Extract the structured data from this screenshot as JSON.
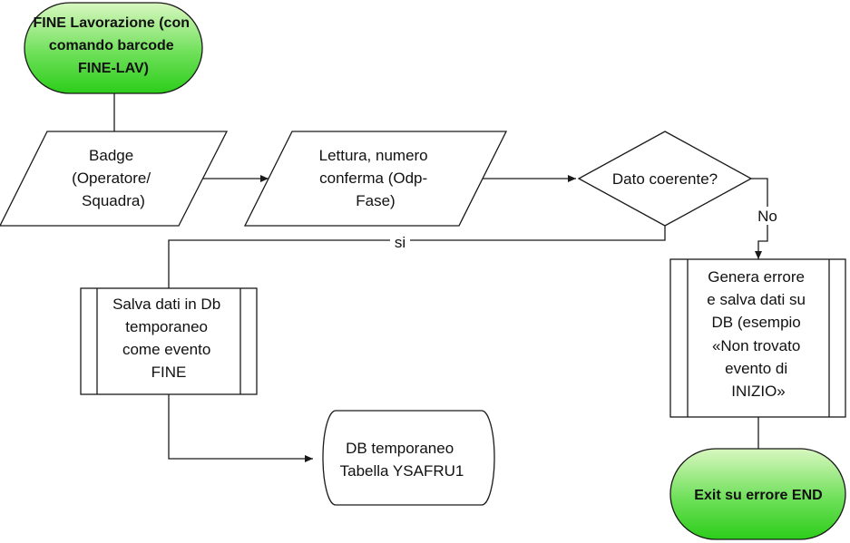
{
  "colors": {
    "terminator_fill_top": "#d9f7c0",
    "terminator_fill_bottom": "#2ccd1a",
    "shape_fill": "#ffffff",
    "stroke": "#1a1a1a"
  },
  "nodes": {
    "start": {
      "lines": [
        "FINE Lavorazione (con",
        "comando barcode",
        "FINE-LAV)"
      ]
    },
    "badge": {
      "lines": [
        "Badge",
        "(Operatore/",
        "Squadra)"
      ]
    },
    "lettura": {
      "lines": [
        "Lettura, numero",
        "conferma (Odp-",
        "Fase)"
      ]
    },
    "decision": {
      "lines": [
        "Dato coerente?"
      ]
    },
    "salva": {
      "lines": [
        "Salva dati in Db",
        "temporaneo",
        "come evento",
        "FINE"
      ]
    },
    "errore": {
      "lines": [
        "Genera errore",
        "e salva dati su",
        "DB (esempio",
        "«Non trovato",
        "evento di",
        "INIZIO»"
      ]
    },
    "db": {
      "lines": [
        "DB temporaneo",
        "Tabella YSAFRU1"
      ]
    },
    "exit": {
      "lines": [
        "Exit su errore  END"
      ]
    }
  },
  "edges": {
    "yes_label": "si",
    "no_label": "No"
  }
}
